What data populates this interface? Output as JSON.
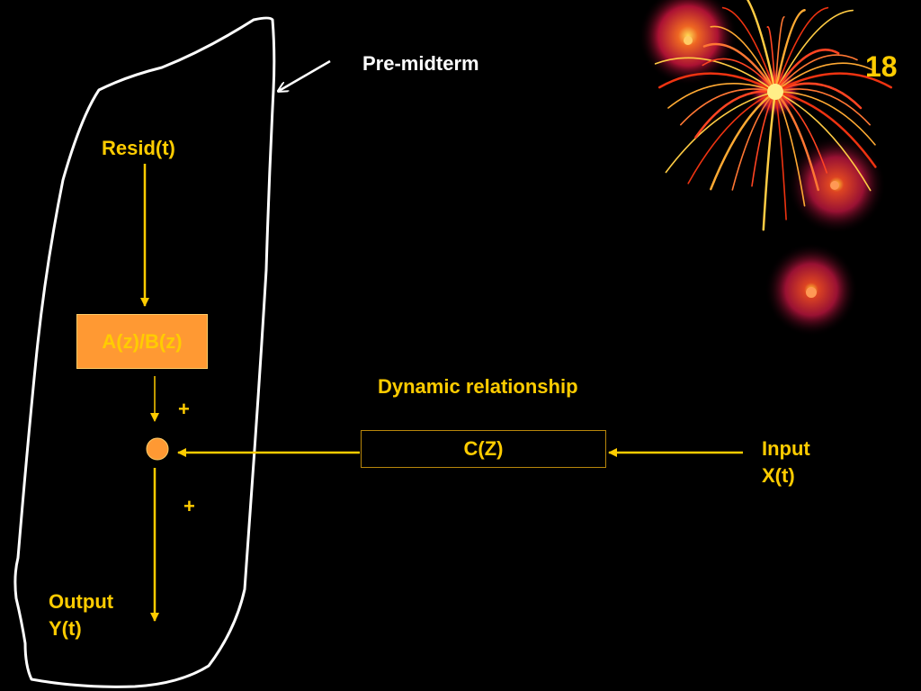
{
  "slide": {
    "number": "18",
    "annotation": "Pre-midterm",
    "resid_label": "Resid(t)",
    "transfer_box": "A(z)/B(z)",
    "dynamic_label": "Dynamic relationship",
    "c_box": "C(Z)",
    "plus_top": "+",
    "plus_bottom": "+",
    "input": {
      "line1": "Input",
      "line2": "X(t)"
    },
    "output": {
      "line1": "Output",
      "line2": "Y(t)"
    }
  },
  "colors": {
    "background": "#000000",
    "accent_yellow": "#ffcc00",
    "box_orange": "#ff9933",
    "summing_node": "#ff9933",
    "outline_white": "#ffffff"
  },
  "decoration": {
    "image": "fireworks-burst"
  }
}
